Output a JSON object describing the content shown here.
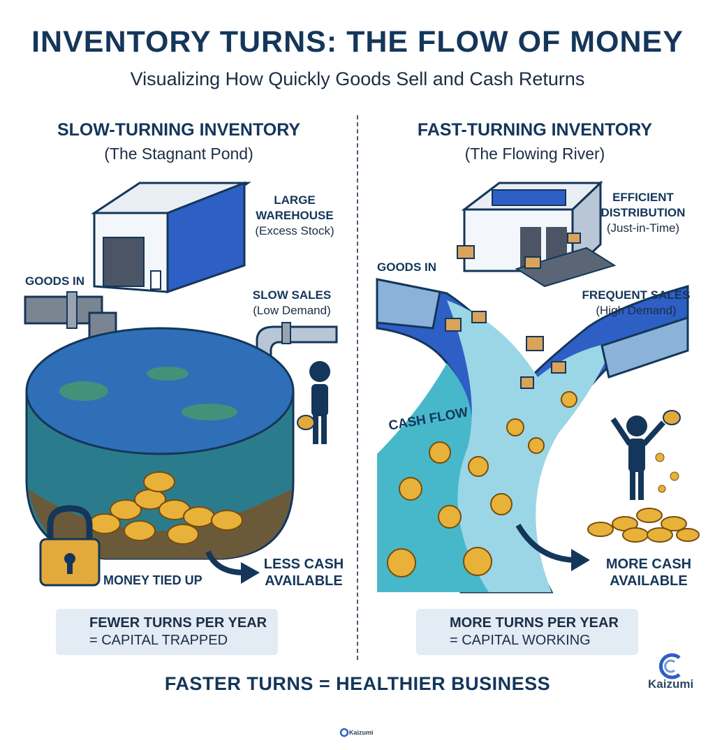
{
  "title": "INVENTORY TURNS: THE FLOW OF MONEY",
  "subtitle": "Visualizing How Quickly Goods Sell and Cash Returns",
  "left": {
    "heading": "SLOW-TURNING INVENTORY",
    "subheading": "(The Stagnant Pond)",
    "warehouse_title_1": "LARGE",
    "warehouse_title_2": "WAREHOUSE",
    "warehouse_note": "(Excess Stock)",
    "goods_in": "GOODS IN",
    "sales_title": "SLOW SALES",
    "sales_note": "(Low Demand)",
    "money_tied": "MONEY TIED UP",
    "cash_1": "LESS CASH",
    "cash_2": "AVAILABLE",
    "summary_1": "FEWER TURNS PER YEAR",
    "summary_2": "= CAPITAL TRAPPED"
  },
  "right": {
    "heading": "FAST-TURNING INVENTORY",
    "subheading": "(The Flowing River)",
    "dist_title_1": "EFFICIENT",
    "dist_title_2": "DISTRIBUTION",
    "dist_note": "(Just-in-Time)",
    "goods_in": "GOODS IN",
    "sales_title": "FREQUENT SALES",
    "sales_note": "(High Demand)",
    "cash_flow": "CASH FLOW",
    "cash_1": "MORE CASH",
    "cash_2": "AVAILABLE",
    "summary_1": "MORE TURNS PER YEAR",
    "summary_2": "= CAPITAL WORKING"
  },
  "footer": "FASTER TURNS = HEALTHIER BUSINESS",
  "brand": "Kaizumi",
  "colors": {
    "navy": "#14365a",
    "water": "#2f8fb5",
    "coin": "#e8b23a",
    "box": "#e3ebf5"
  },
  "icons": [
    "warehouse-icon",
    "pipe-icon",
    "pond-icon",
    "coin-icon",
    "padlock-icon",
    "sad-person-icon",
    "happy-person-icon",
    "arrow-down-icon",
    "arrow-up-icon",
    "river-icon",
    "box-icon",
    "logo-icon"
  ]
}
